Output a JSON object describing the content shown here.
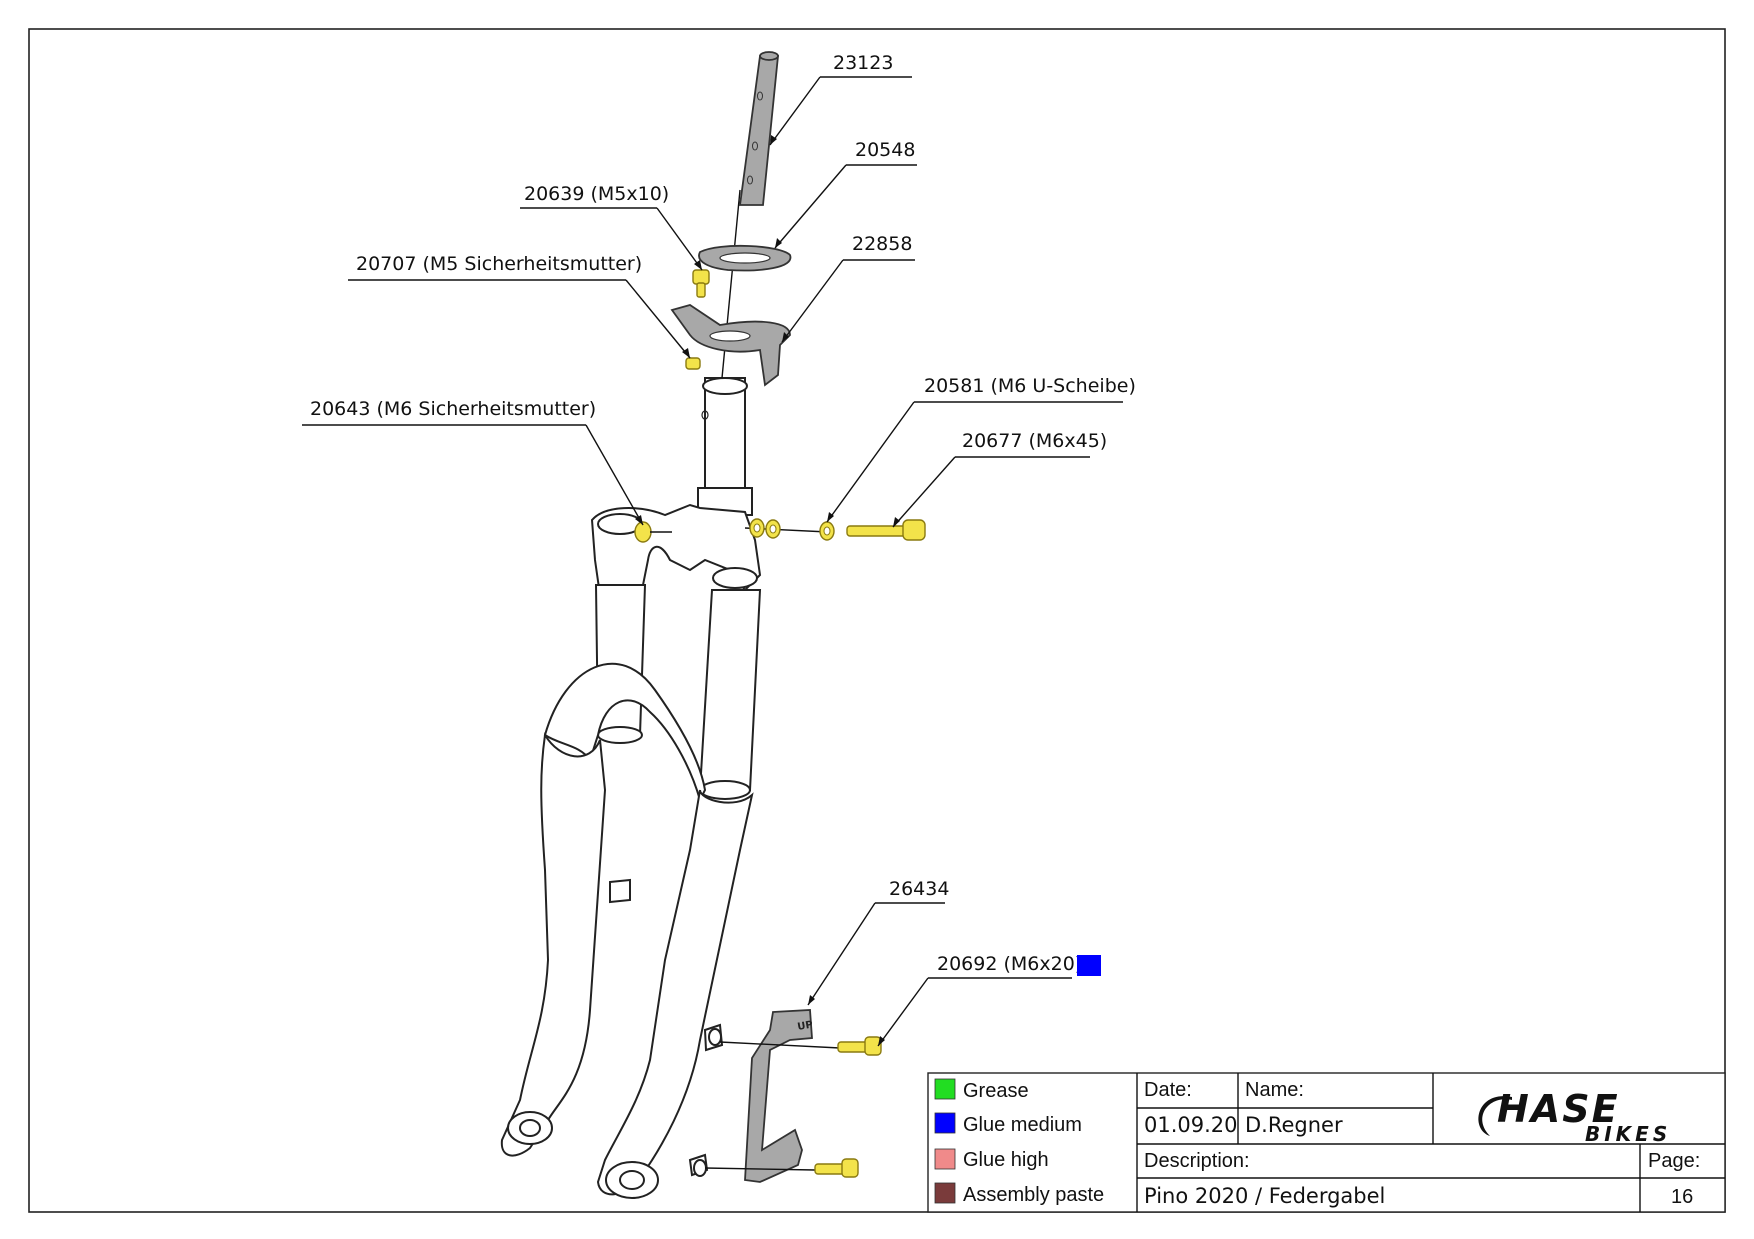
{
  "parts": {
    "p23123": "23123",
    "p20548": "20548",
    "p22858": "22858",
    "p20639": "20639 (M5x10)",
    "p20707": "20707 (M5 Sicherheitsmutter)",
    "p20643": "20643 (M6 Sicherheitsmutter)",
    "p20581": "20581 (M6 U-Scheibe)",
    "p20677": "20677 (M6x45)",
    "p26434": "26434",
    "p20692": "20692 (M6x20)"
  },
  "adapter_mark": "UP",
  "legend": {
    "items": [
      {
        "label": "Grease",
        "color": "#22dd22"
      },
      {
        "label": "Glue medium",
        "color": "#0000ff"
      },
      {
        "label": "Glue high",
        "color": "#f08a8a"
      },
      {
        "label": "Assembly paste",
        "color": "#7a3b3b"
      }
    ],
    "glue_marker_color": "#0000ff"
  },
  "title_block": {
    "date_label": "Date:",
    "date_value": "01.09.20",
    "name_label": "Name:",
    "name_value": "D.Regner",
    "description_label": "Description:",
    "description_value": "Pino 2020 / Federgabel",
    "page_label": "Page:",
    "page_value": "16",
    "logo_main": "HASE",
    "logo_sub": "BIKES"
  }
}
